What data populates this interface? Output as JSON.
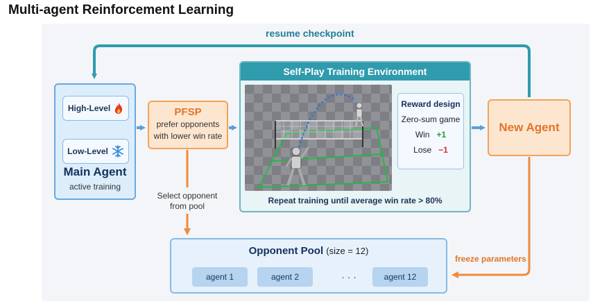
{
  "title": "Multi-agent Reinforcement Learning",
  "resume_label": "resume checkpoint",
  "main_agent": {
    "high_level": "High-Level",
    "low_level": "Low-Level",
    "name": "Main Agent",
    "subtitle": "active training",
    "high_icon": "fire-icon",
    "low_icon": "snowflake-icon"
  },
  "pfsp": {
    "name": "PFSP",
    "line1": "prefer opponents",
    "line2": "with lower win rate"
  },
  "select_label": {
    "line1": "Select opponent",
    "line2": "from pool"
  },
  "environment": {
    "title": "Self-Play Training Environment",
    "footer": "Repeat training until average win rate > 80%",
    "reward": {
      "title": "Reward design",
      "game": "Zero-sum game",
      "win_label": "Win",
      "win_value": "+1",
      "lose_label": "Lose",
      "lose_value": "−1"
    }
  },
  "new_agent": "New Agent",
  "freeze_label": "freeze parameters",
  "pool": {
    "title": "Opponent Pool",
    "size": "(size = 12)",
    "agents": [
      "agent 1",
      "agent 2",
      "agent 12"
    ],
    "ellipsis": "· · ·"
  },
  "colors": {
    "teal": "#2f9bad",
    "orange": "#f08a3c",
    "blue": "#5a9fd8"
  }
}
